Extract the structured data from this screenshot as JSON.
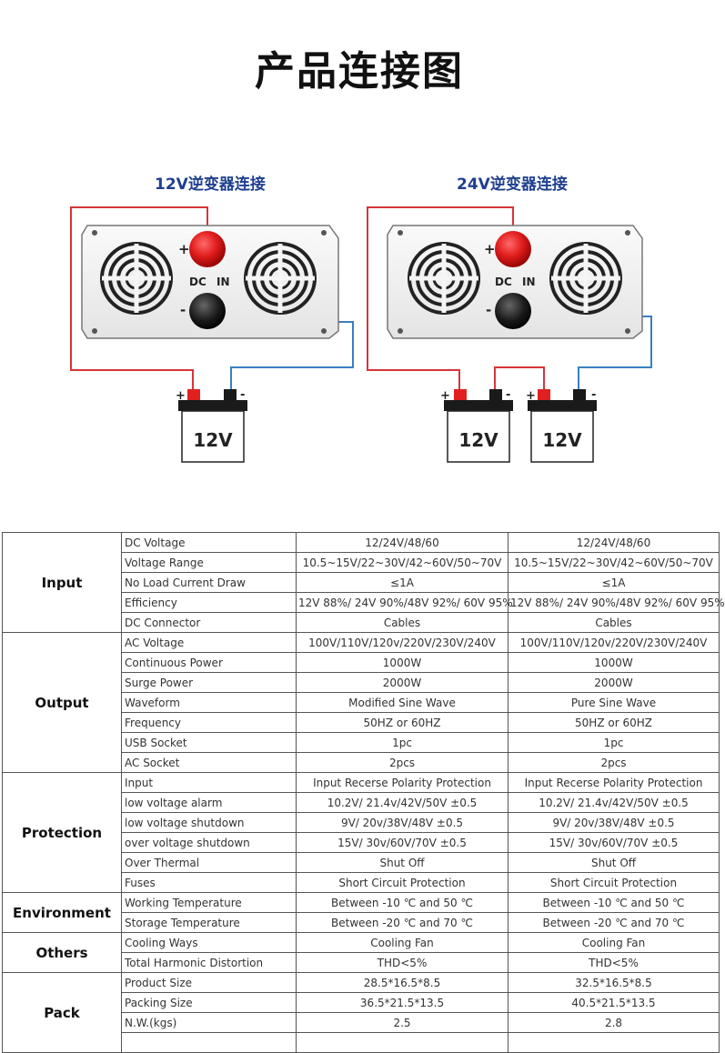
{
  "header": {
    "title": "产品连接图"
  },
  "diagrams": [
    {
      "title": "12V逆变器连接",
      "dc_label": "DC",
      "in_label": "IN",
      "plus": "+",
      "minus": "-",
      "batteries": [
        {
          "label": "12V",
          "plus": "+",
          "minus": "-"
        }
      ]
    },
    {
      "title": "24V逆变器连接",
      "dc_label": "DC",
      "in_label": "IN",
      "plus": "+",
      "minus": "-",
      "batteries": [
        {
          "label": "12V",
          "plus": "+",
          "minus": "-"
        },
        {
          "label": "12V",
          "plus": "+",
          "minus": "-"
        }
      ]
    }
  ],
  "colors": {
    "positive_wire": "#d8343a",
    "negative_wire": "#3a7fc1",
    "title_blue": "#1f3f8f"
  },
  "spec_table": {
    "groups": [
      {
        "name": "Input",
        "rows": [
          {
            "label": "DC Voltage",
            "modified": "12/24V/48/60",
            "pure": "12/24V/48/60"
          },
          {
            "label": "Voltage Range",
            "modified": "10.5~15V/22~30V/42~60V/50~70V",
            "pure": "10.5~15V/22~30V/42~60V/50~70V"
          },
          {
            "label": "No Load Current Draw",
            "modified": "≤1A",
            "pure": "≤1A"
          },
          {
            "label": "Efficiency",
            "modified": "12V 88%/ 24V 90%/48V 92%/ 60V 95%",
            "pure": "12V 88%/ 24V 90%/48V 92%/ 60V 95%"
          },
          {
            "label": "DC Connector",
            "modified": "Cables",
            "pure": "Cables"
          }
        ]
      },
      {
        "name": "Output",
        "rows": [
          {
            "label": "AC Voltage",
            "modified": "100V/110V/120v/220V/230V/240V",
            "pure": "100V/110V/120v/220V/230V/240V"
          },
          {
            "label": "Continuous Power",
            "modified": "1000W",
            "pure": "1000W"
          },
          {
            "label": "Surge Power",
            "modified": "2000W",
            "pure": "2000W"
          },
          {
            "label": "Waveform",
            "modified": "Modified Sine Wave",
            "pure": "Pure  Sine Wave"
          },
          {
            "label": "Frequency",
            "modified": "50HZ or 60HZ",
            "pure": "50HZ or 60HZ"
          },
          {
            "label": "USB  Socket",
            "modified": "1pc",
            "pure": "1pc"
          },
          {
            "label": "AC Socket",
            "modified": "2pcs",
            "pure": "2pcs"
          }
        ]
      },
      {
        "name": "Protection",
        "rows": [
          {
            "label": "Input",
            "modified": "Input Recerse Polarity Protection",
            "pure": "Input Recerse Polarity Protection"
          },
          {
            "label": "low  voltage alarm",
            "modified": "10.2V/ 21.4v/42V/50V   ±0.5",
            "pure": "10.2V/ 21.4v/42V/50V   ±0.5"
          },
          {
            "label": "low voltage shutdown",
            "modified": "9V/ 20v/38V/48V ±0.5",
            "pure": "9V/ 20v/38V/48V ±0.5"
          },
          {
            "label": "over voltage shutdown",
            "modified": "15V/ 30v/60V/70V ±0.5",
            "pure": "15V/ 30v/60V/70V ±0.5"
          },
          {
            "label": "Over Thermal",
            "modified": "Shut Off",
            "pure": "Shut Off"
          },
          {
            "label": "Fuses",
            "modified": "Short Circuit Protection",
            "pure": "Short Circuit Protection"
          }
        ]
      },
      {
        "name": "Environment",
        "rows": [
          {
            "label": "Working Temperature",
            "modified": "Between -10 ℃  and 50 ℃",
            "pure": "Between -10 ℃  and 50 ℃"
          },
          {
            "label": "Storage  Temperature",
            "modified": "Between -20 ℃  and 70 ℃",
            "pure": "Between -20 ℃  and 70 ℃"
          }
        ]
      },
      {
        "name": "Others",
        "rows": [
          {
            "label": "Cooling Ways",
            "modified": "Cooling Fan",
            "pure": "Cooling Fan"
          },
          {
            "label": "Total Harmonic Distortion",
            "modified": "THD<5%",
            "pure": "THD<5%"
          }
        ]
      },
      {
        "name": "Pack",
        "rows": [
          {
            "label": "Product Size",
            "modified": "28.5*16.5*8.5",
            "pure": "32.5*16.5*8.5"
          },
          {
            "label": "Packing Size",
            "modified": "36.5*21.5*13.5",
            "pure": "40.5*21.5*13.5"
          },
          {
            "label": "N.W.(kgs)",
            "modified": "2.5",
            "pure": "2.8"
          },
          {
            "label": "",
            "modified": "",
            "pure": ""
          }
        ]
      }
    ]
  }
}
